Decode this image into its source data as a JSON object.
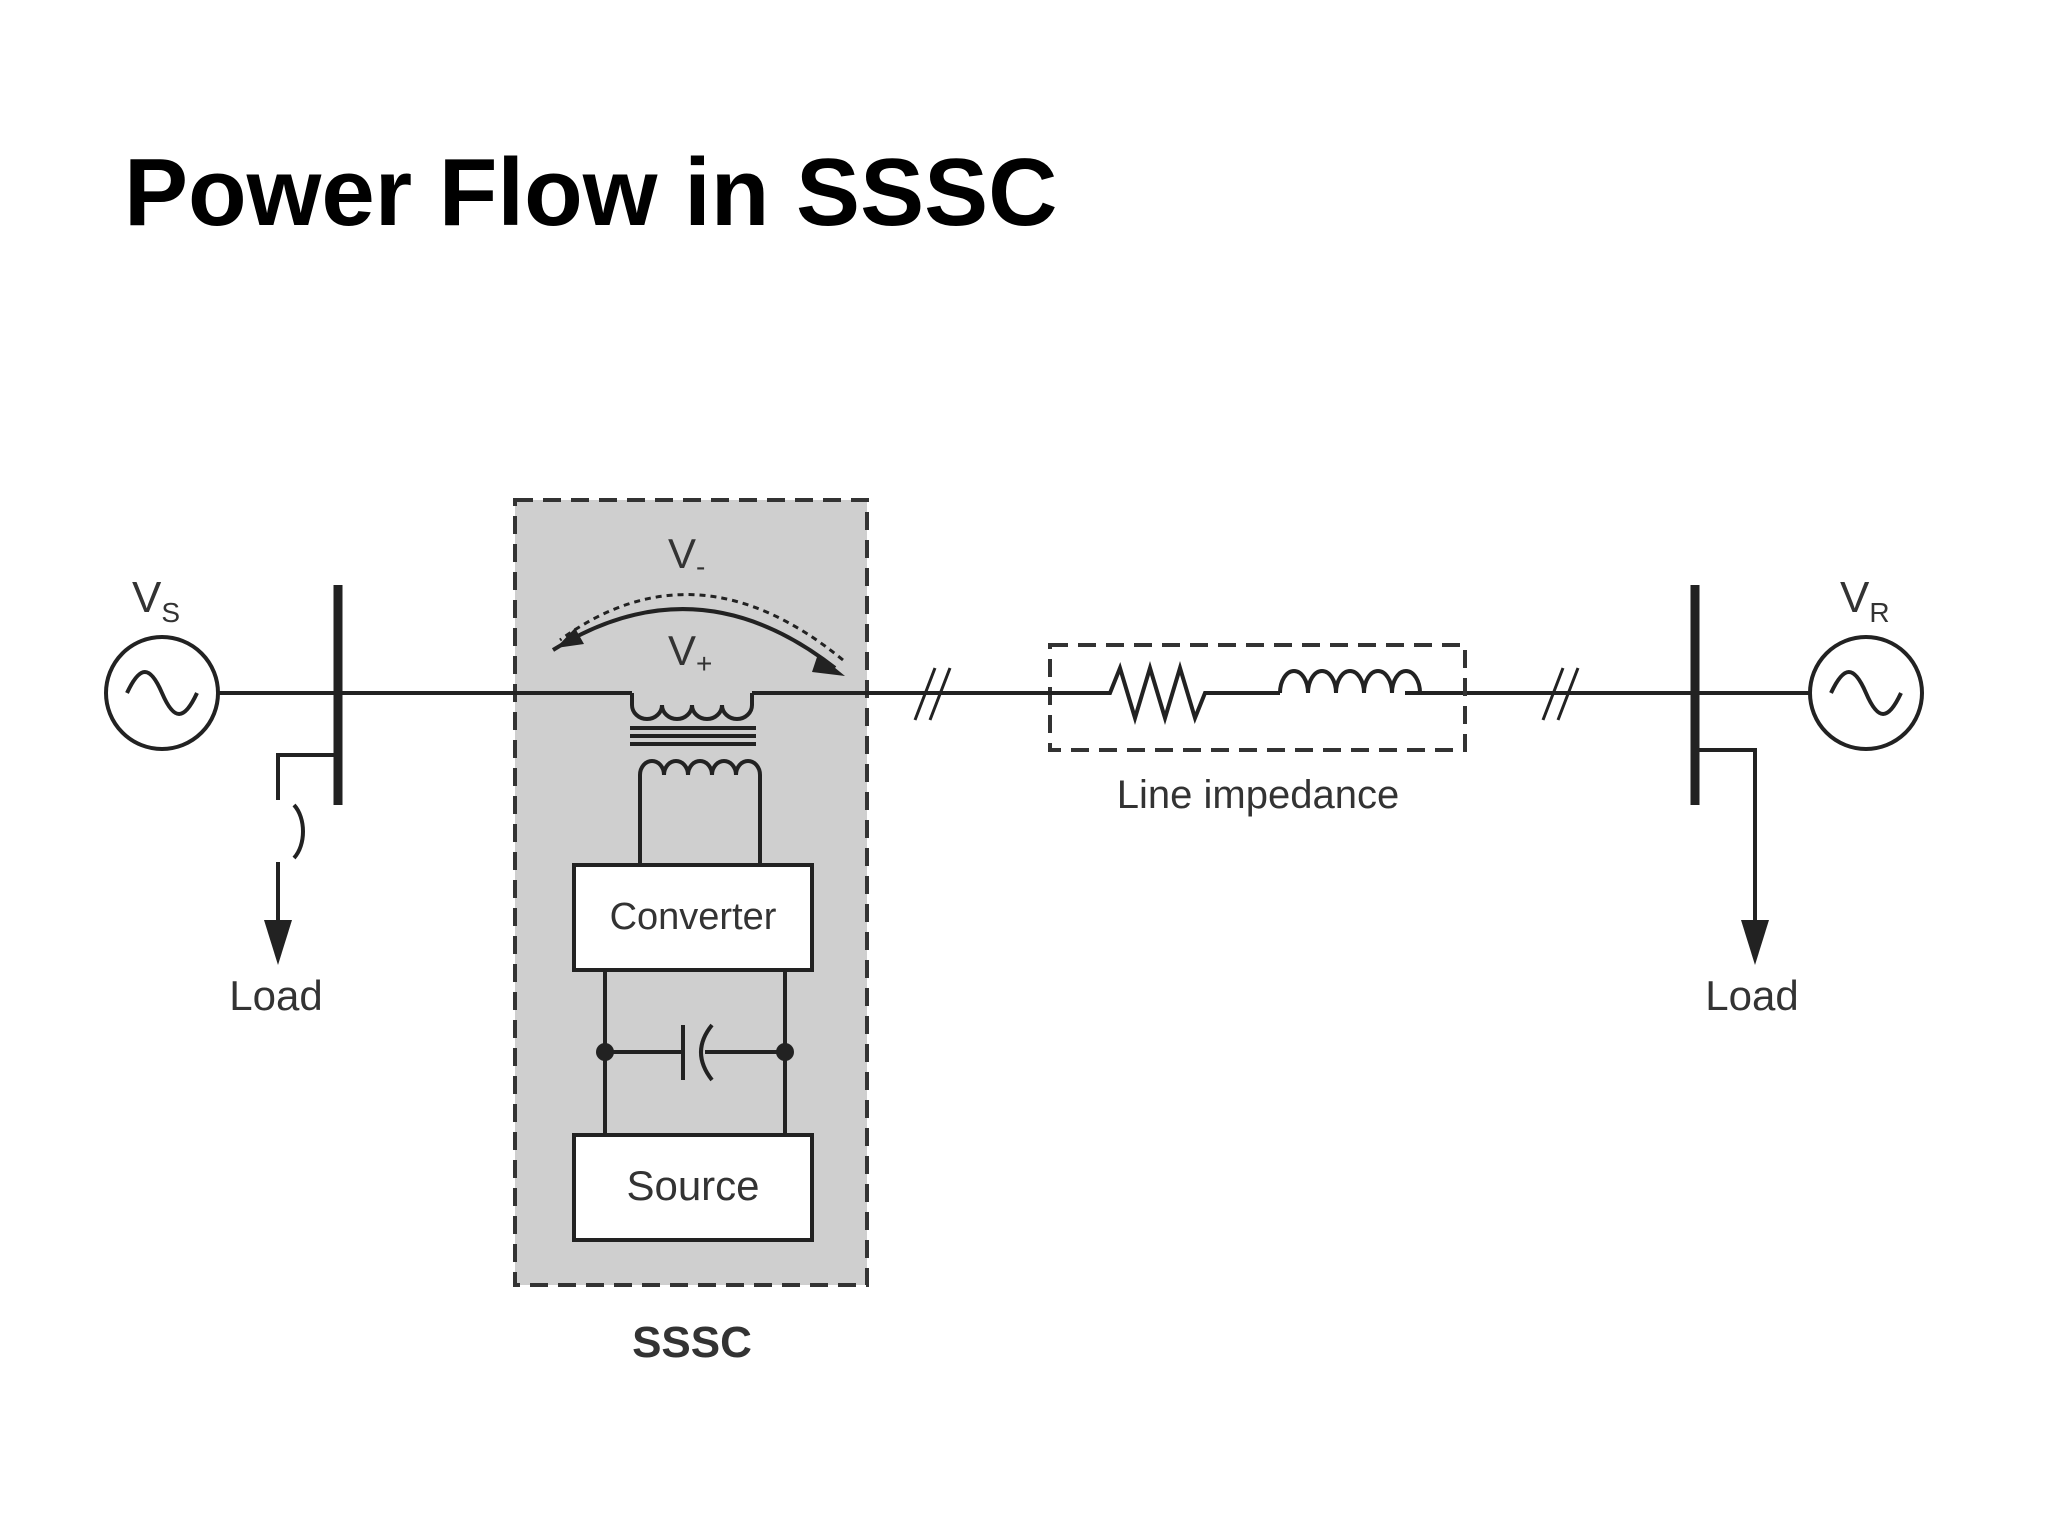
{
  "title": "Power Flow in SSSC",
  "diagram": {
    "source_sending": {
      "label": "V",
      "subscript": "S"
    },
    "source_receiving": {
      "label": "V",
      "subscript": "R"
    },
    "load_left": "Load",
    "load_right": "Load",
    "v_minus": {
      "label": "V",
      "subscript": "-"
    },
    "v_plus": {
      "label": "V",
      "subscript": "+"
    },
    "converter": "Converter",
    "source_box": "Source",
    "sssc": "SSSC",
    "line_impedance": "Line impedance"
  },
  "colors": {
    "sssc_fill": "#cfcfcf",
    "line": "#222222",
    "dash": "#333333"
  }
}
